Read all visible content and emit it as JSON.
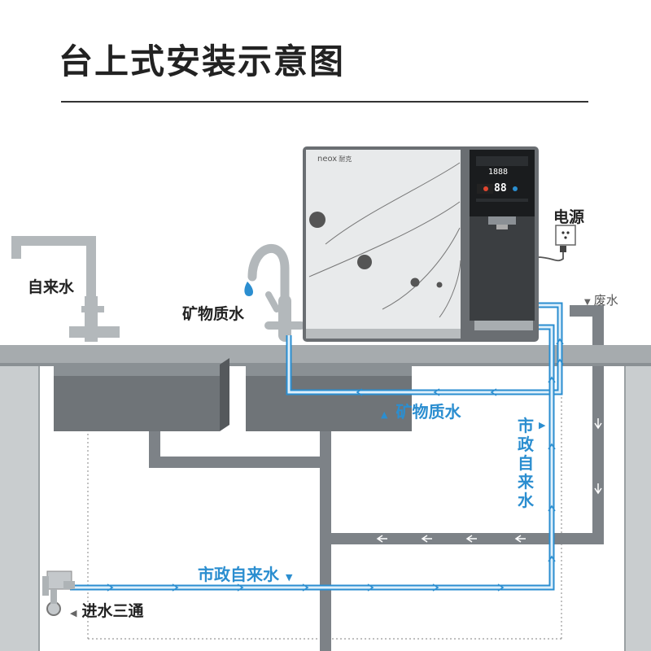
{
  "title": "台上式安装示意图",
  "device": {
    "brand": "neox",
    "brand_cn": "耐克",
    "display_digits": "1888",
    "display_temp": "88"
  },
  "labels": {
    "power": "电源",
    "waste_water": "废水",
    "tap_water": "自来水",
    "mineral_water_tap": "矿物质水",
    "mineral_water_pipe": "矿物质水",
    "municipal_vertical": "市政自来水",
    "municipal_horizontal": "市政自来水",
    "inlet_tee": "进水三通"
  },
  "colors": {
    "water_pipe": "#2b8ed0",
    "waste_pipe": "#7d8287",
    "counter": "#a6abae",
    "text_blue": "#2b8ed0"
  }
}
